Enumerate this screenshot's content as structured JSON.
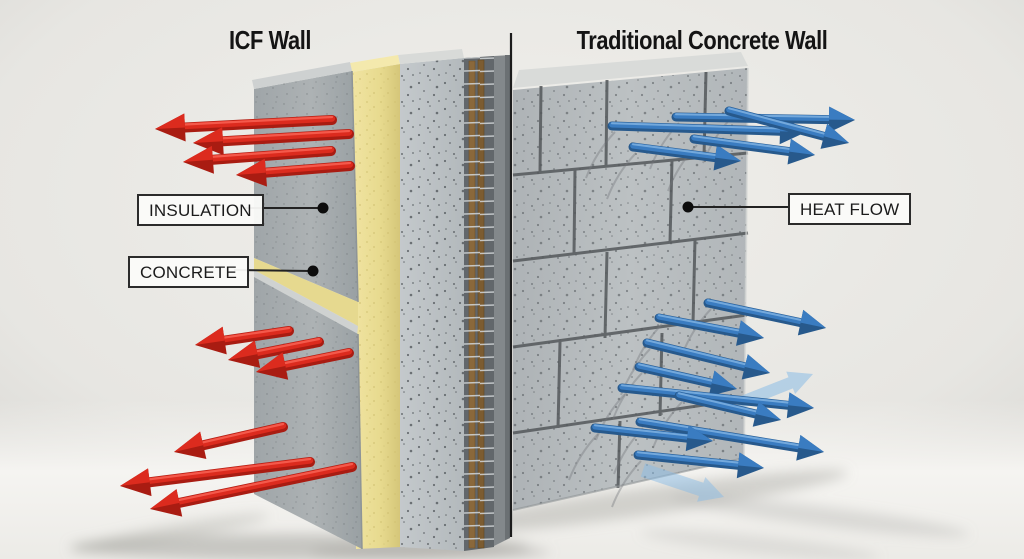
{
  "header": {
    "left_title": "ICF Wall",
    "right_title": "Traditional Concrete Wall"
  },
  "labels": {
    "insulation": "INSULATION",
    "concrete": "CONCRETE",
    "heat_flow": "HEAT FLOW"
  },
  "palette": {
    "background": "#e9e8e4",
    "floor": "#f4f3f0",
    "divider": "#1c1c1c",
    "label_border": "#2b2b2b",
    "label_background": "#fbfbf9",
    "text": "#141414",
    "panel_grey": "#a5abae",
    "block_grey": "#b7bcbf",
    "mortar_joint": "#54585b",
    "insulation_foam_yellow": "#e9dc92",
    "concrete_core_grey": "#bcc1c4",
    "rebar_brown": "#8a683b",
    "red_arrow": {
      "dark": "#a91c12",
      "mid": "#dc2b1e",
      "light": "#f4594b"
    },
    "blue_arrow": {
      "dark": "#27598c",
      "mid": "#3a7cc1",
      "light": "#74a9dc"
    },
    "flat_arrow_blue": "#8abbe6"
  },
  "diagram": {
    "type": "comparison-illustration",
    "left_wall": {
      "name": "ICF Wall",
      "callouts": [
        "INSULATION",
        "CONCRETE"
      ],
      "heat_arrows": {
        "color": "red",
        "direction": "left",
        "count": 10
      }
    },
    "right_wall": {
      "name": "Traditional Concrete Wall",
      "callouts": [
        "HEAT FLOW"
      ],
      "heat_arrows": {
        "color": "blue",
        "direction": "right",
        "count": 16
      }
    },
    "red_arrows": [
      [
        332,
        120,
        155,
        129
      ],
      [
        349,
        134,
        193,
        143
      ],
      [
        331,
        151,
        183,
        162
      ],
      [
        350,
        166,
        236,
        175
      ],
      [
        289,
        331,
        195,
        345
      ],
      [
        319,
        342,
        228,
        360
      ],
      [
        349,
        353,
        256,
        372
      ],
      [
        283,
        427,
        174,
        452
      ],
      [
        310,
        462,
        120,
        486
      ],
      [
        352,
        467,
        150,
        509
      ]
    ],
    "blue_arrows": [
      [
        612,
        126,
        806,
        132
      ],
      [
        676,
        117,
        855,
        120
      ],
      [
        729,
        111,
        849,
        143
      ],
      [
        633,
        147,
        741,
        161
      ],
      [
        694,
        139,
        815,
        155
      ],
      [
        708,
        303,
        826,
        328
      ],
      [
        659,
        318,
        764,
        338
      ],
      [
        647,
        343,
        770,
        373
      ],
      [
        639,
        367,
        737,
        389
      ],
      [
        622,
        388,
        814,
        408
      ],
      [
        679,
        396,
        781,
        420
      ],
      [
        640,
        422,
        824,
        452
      ],
      [
        595,
        428,
        713,
        441
      ],
      [
        638,
        455,
        764,
        468
      ]
    ]
  }
}
